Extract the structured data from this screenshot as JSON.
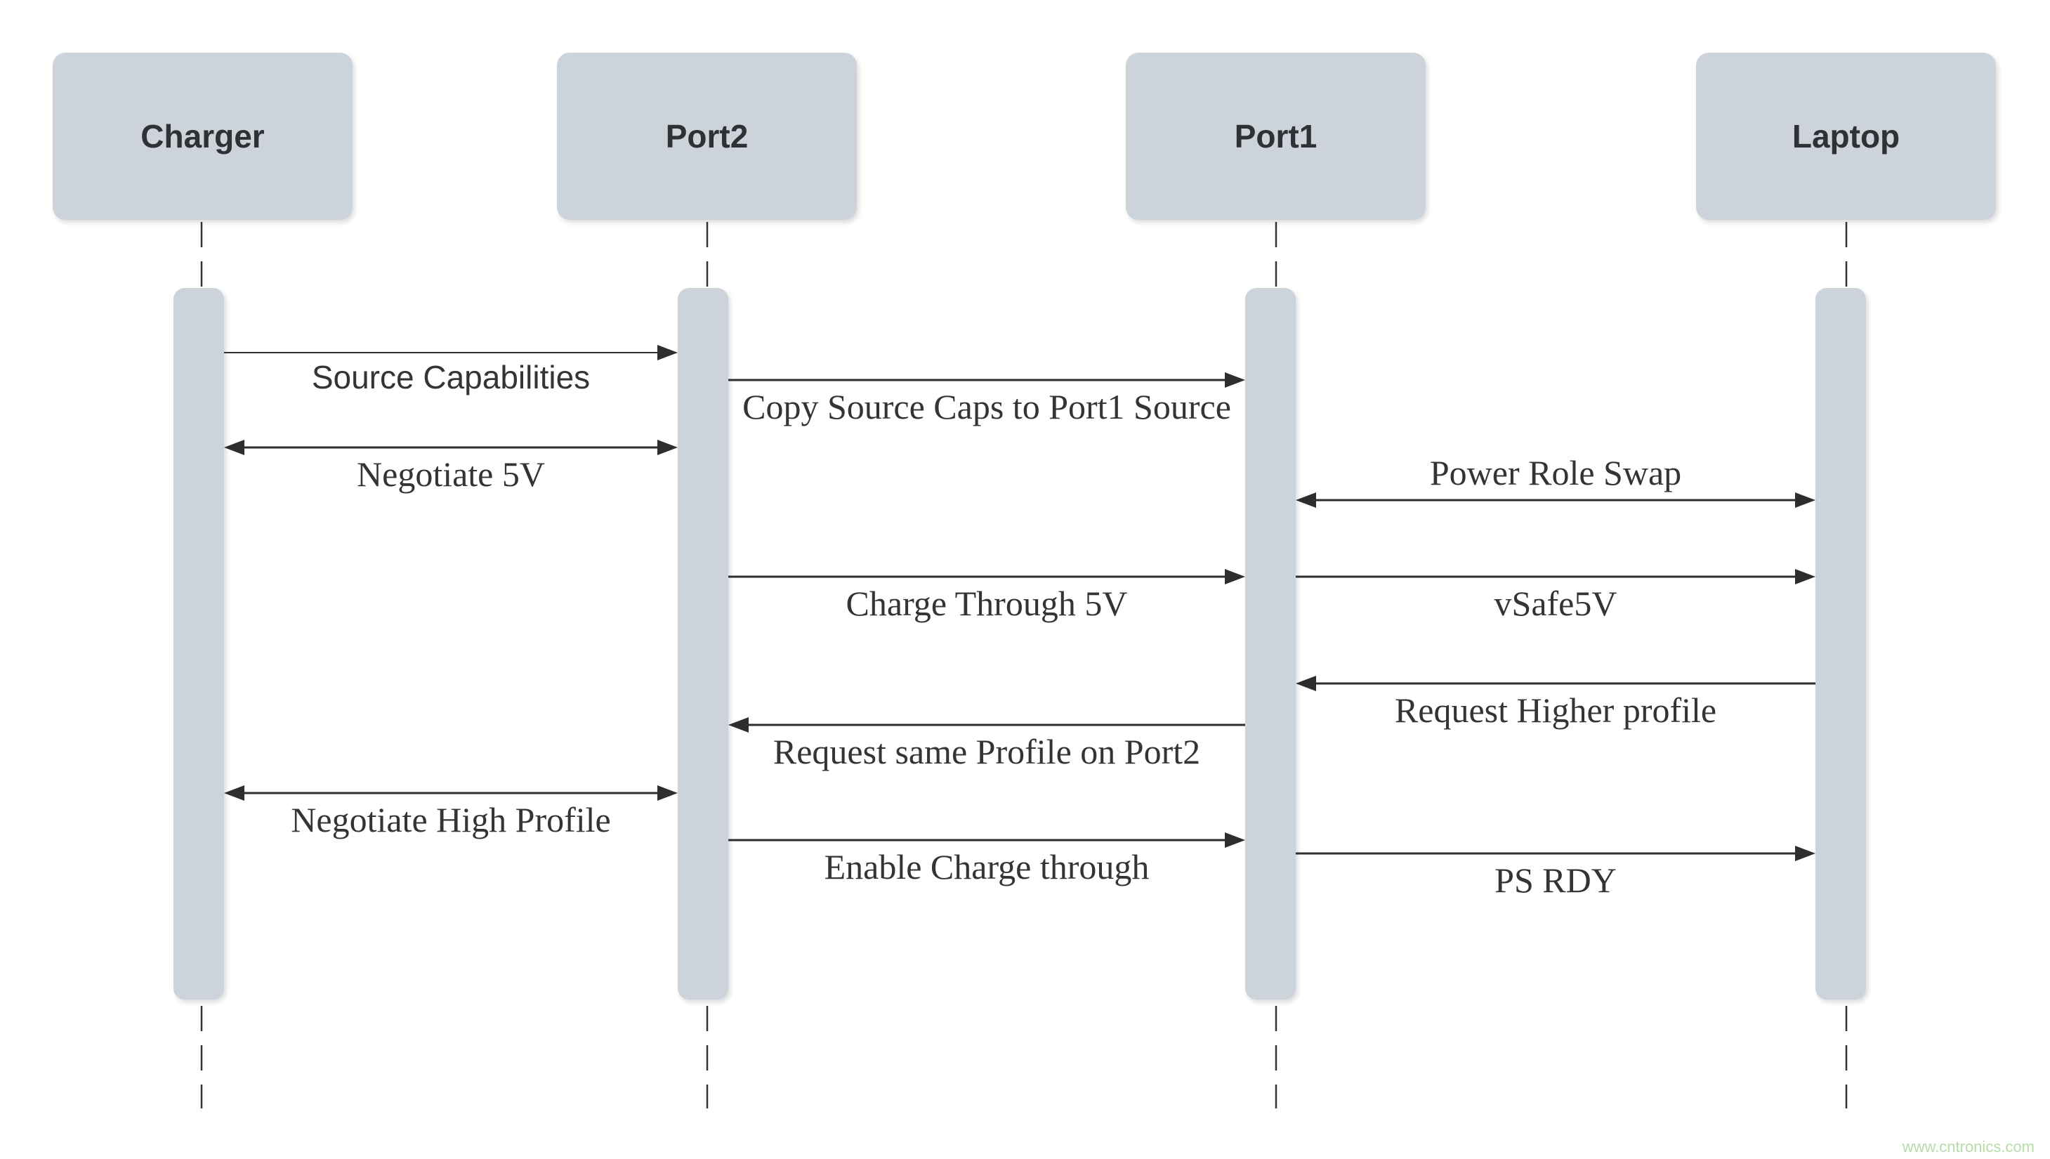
{
  "diagram": {
    "type": "sequence",
    "participants": [
      {
        "id": "charger",
        "label": "Charger"
      },
      {
        "id": "port2",
        "label": "Port2"
      },
      {
        "id": "port1",
        "label": "Port1"
      },
      {
        "id": "laptop",
        "label": "Laptop"
      }
    ],
    "messages": [
      {
        "label": "Source Capabilities",
        "from": "Charger",
        "to": "Port2",
        "arrow": "right"
      },
      {
        "label": "Copy Source Caps to Port1 Source",
        "from": "Port2",
        "to": "Port1",
        "arrow": "right"
      },
      {
        "label": "Negotiate 5V",
        "from": "Charger",
        "to": "Port2",
        "arrow": "both"
      },
      {
        "label": "Power Role Swap",
        "from": "Port1",
        "to": "Laptop",
        "arrow": "both"
      },
      {
        "label": "Charge Through 5V",
        "from": "Port2",
        "to": "Port1",
        "arrow": "right"
      },
      {
        "label": "vSafe5V",
        "from": "Port1",
        "to": "Laptop",
        "arrow": "right"
      },
      {
        "label": "Request Higher profile",
        "from": "Laptop",
        "to": "Port1",
        "arrow": "left"
      },
      {
        "label": "Request same Profile on Port2",
        "from": "Port1",
        "to": "Port2",
        "arrow": "left"
      },
      {
        "label": "Negotiate High Profile",
        "from": "Charger",
        "to": "Port2",
        "arrow": "both"
      },
      {
        "label": "Enable Charge through",
        "from": "Port2",
        "to": "Port1",
        "arrow": "right"
      },
      {
        "label": "PS RDY",
        "from": "Port1",
        "to": "Laptop",
        "arrow": "right"
      }
    ],
    "watermark": "www.cntronics.com",
    "colors": {
      "background": "#ffffff",
      "participant_fill": "#cdd3da",
      "participant_text": "#2f3235",
      "label_text": "#343434",
      "arrow": "#2e2e2e",
      "watermark": "#b6dcaa"
    }
  }
}
